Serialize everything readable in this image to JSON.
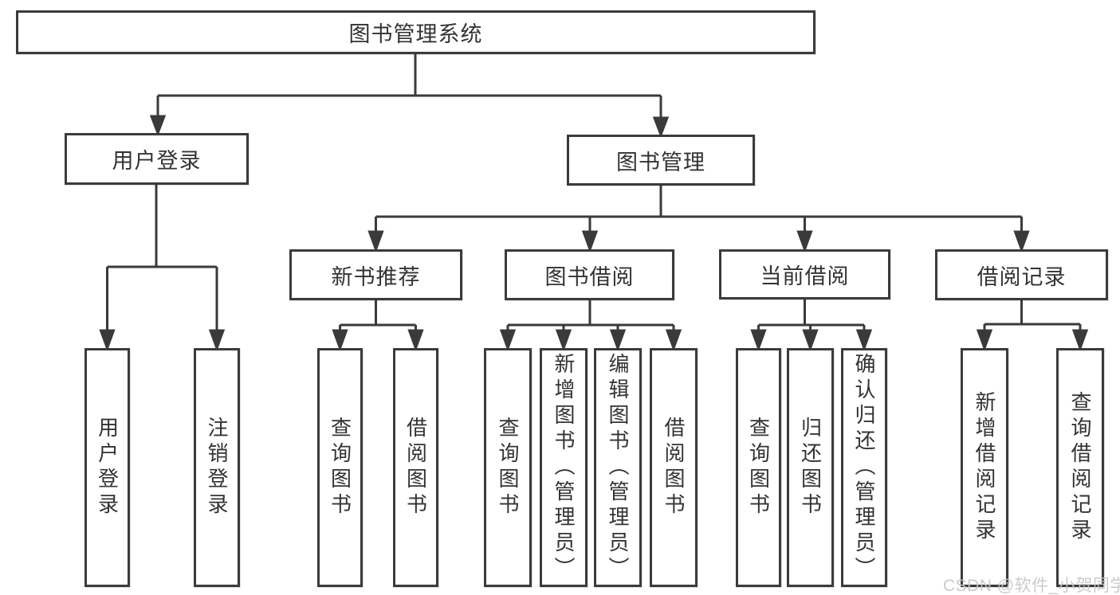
{
  "diagram": {
    "root": {
      "label": "图书管理系统"
    },
    "branches": [
      {
        "label": "用户登录",
        "children": [
          {
            "label": "用户登录"
          },
          {
            "label": "注销登录"
          }
        ]
      },
      {
        "label": "图书管理",
        "children": [
          {
            "label": "新书推荐",
            "children": [
              {
                "label": "查询图书"
              },
              {
                "label": "借阅图书"
              }
            ]
          },
          {
            "label": "图书借阅",
            "children": [
              {
                "label": "查询图书"
              },
              {
                "label": "新增图书（管理员）"
              },
              {
                "label": "编辑图书（管理员）"
              },
              {
                "label": "借阅图书"
              }
            ]
          },
          {
            "label": "当前借阅",
            "children": [
              {
                "label": "查询图书"
              },
              {
                "label": "归还图书"
              },
              {
                "label": "确认归还（管理员）"
              }
            ]
          },
          {
            "label": "借阅记录",
            "children": [
              {
                "label": "新增借阅记录"
              },
              {
                "label": "查询借阅记录"
              }
            ]
          }
        ]
      }
    ]
  },
  "watermark": {
    "text": "CSDN @软件_小贺同学"
  },
  "colors": {
    "line": "#3a3a3a",
    "border": "#3b3b3b",
    "text": "#333333",
    "background": "#ffffff",
    "watermark": "#c7c7c7"
  }
}
